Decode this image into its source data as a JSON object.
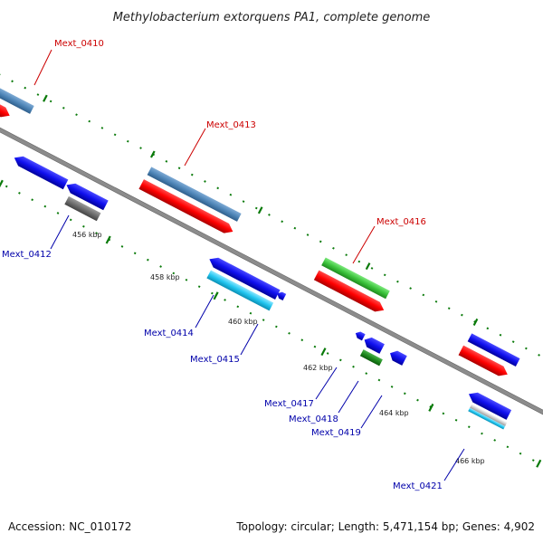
{
  "title": "Methylobacterium extorquens PA1, complete genome",
  "footer": {
    "accession": "Accession: NC_010172",
    "summary": "Topology: circular; Length: 5,471,154 bp; Genes: 4,902"
  },
  "ticks": [
    "456 kbp",
    "458 kbp",
    "460 kbp",
    "462 kbp",
    "464 kbp",
    "466 kbp"
  ],
  "genes": [
    {
      "name": "Mext_0410",
      "color": "#cc0000"
    },
    {
      "name": "Mext_0412",
      "color": "#0000aa"
    },
    {
      "name": "Mext_0413",
      "color": "#cc0000"
    },
    {
      "name": "Mext_0414",
      "color": "#0000aa"
    },
    {
      "name": "Mext_0415",
      "color": "#0000aa"
    },
    {
      "name": "Mext_0416",
      "color": "#cc0000"
    },
    {
      "name": "Mext_0417",
      "color": "#0000aa"
    },
    {
      "name": "Mext_0418",
      "color": "#0000aa"
    },
    {
      "name": "Mext_0419",
      "color": "#0000aa"
    },
    {
      "name": "Mext_0421",
      "color": "#0000aa"
    }
  ],
  "colors": {
    "backbone": "#8c8c8c",
    "cds_forward": "#e8001c",
    "cds_reverse": "#1a1ae6",
    "steelblue": "#4f86b8",
    "cyan": "#22c6f0",
    "green": "#3cc43c",
    "darkgreen": "#1e8a1e",
    "gray": "#6e6e6e",
    "tick_green": "#0a7a0a"
  }
}
